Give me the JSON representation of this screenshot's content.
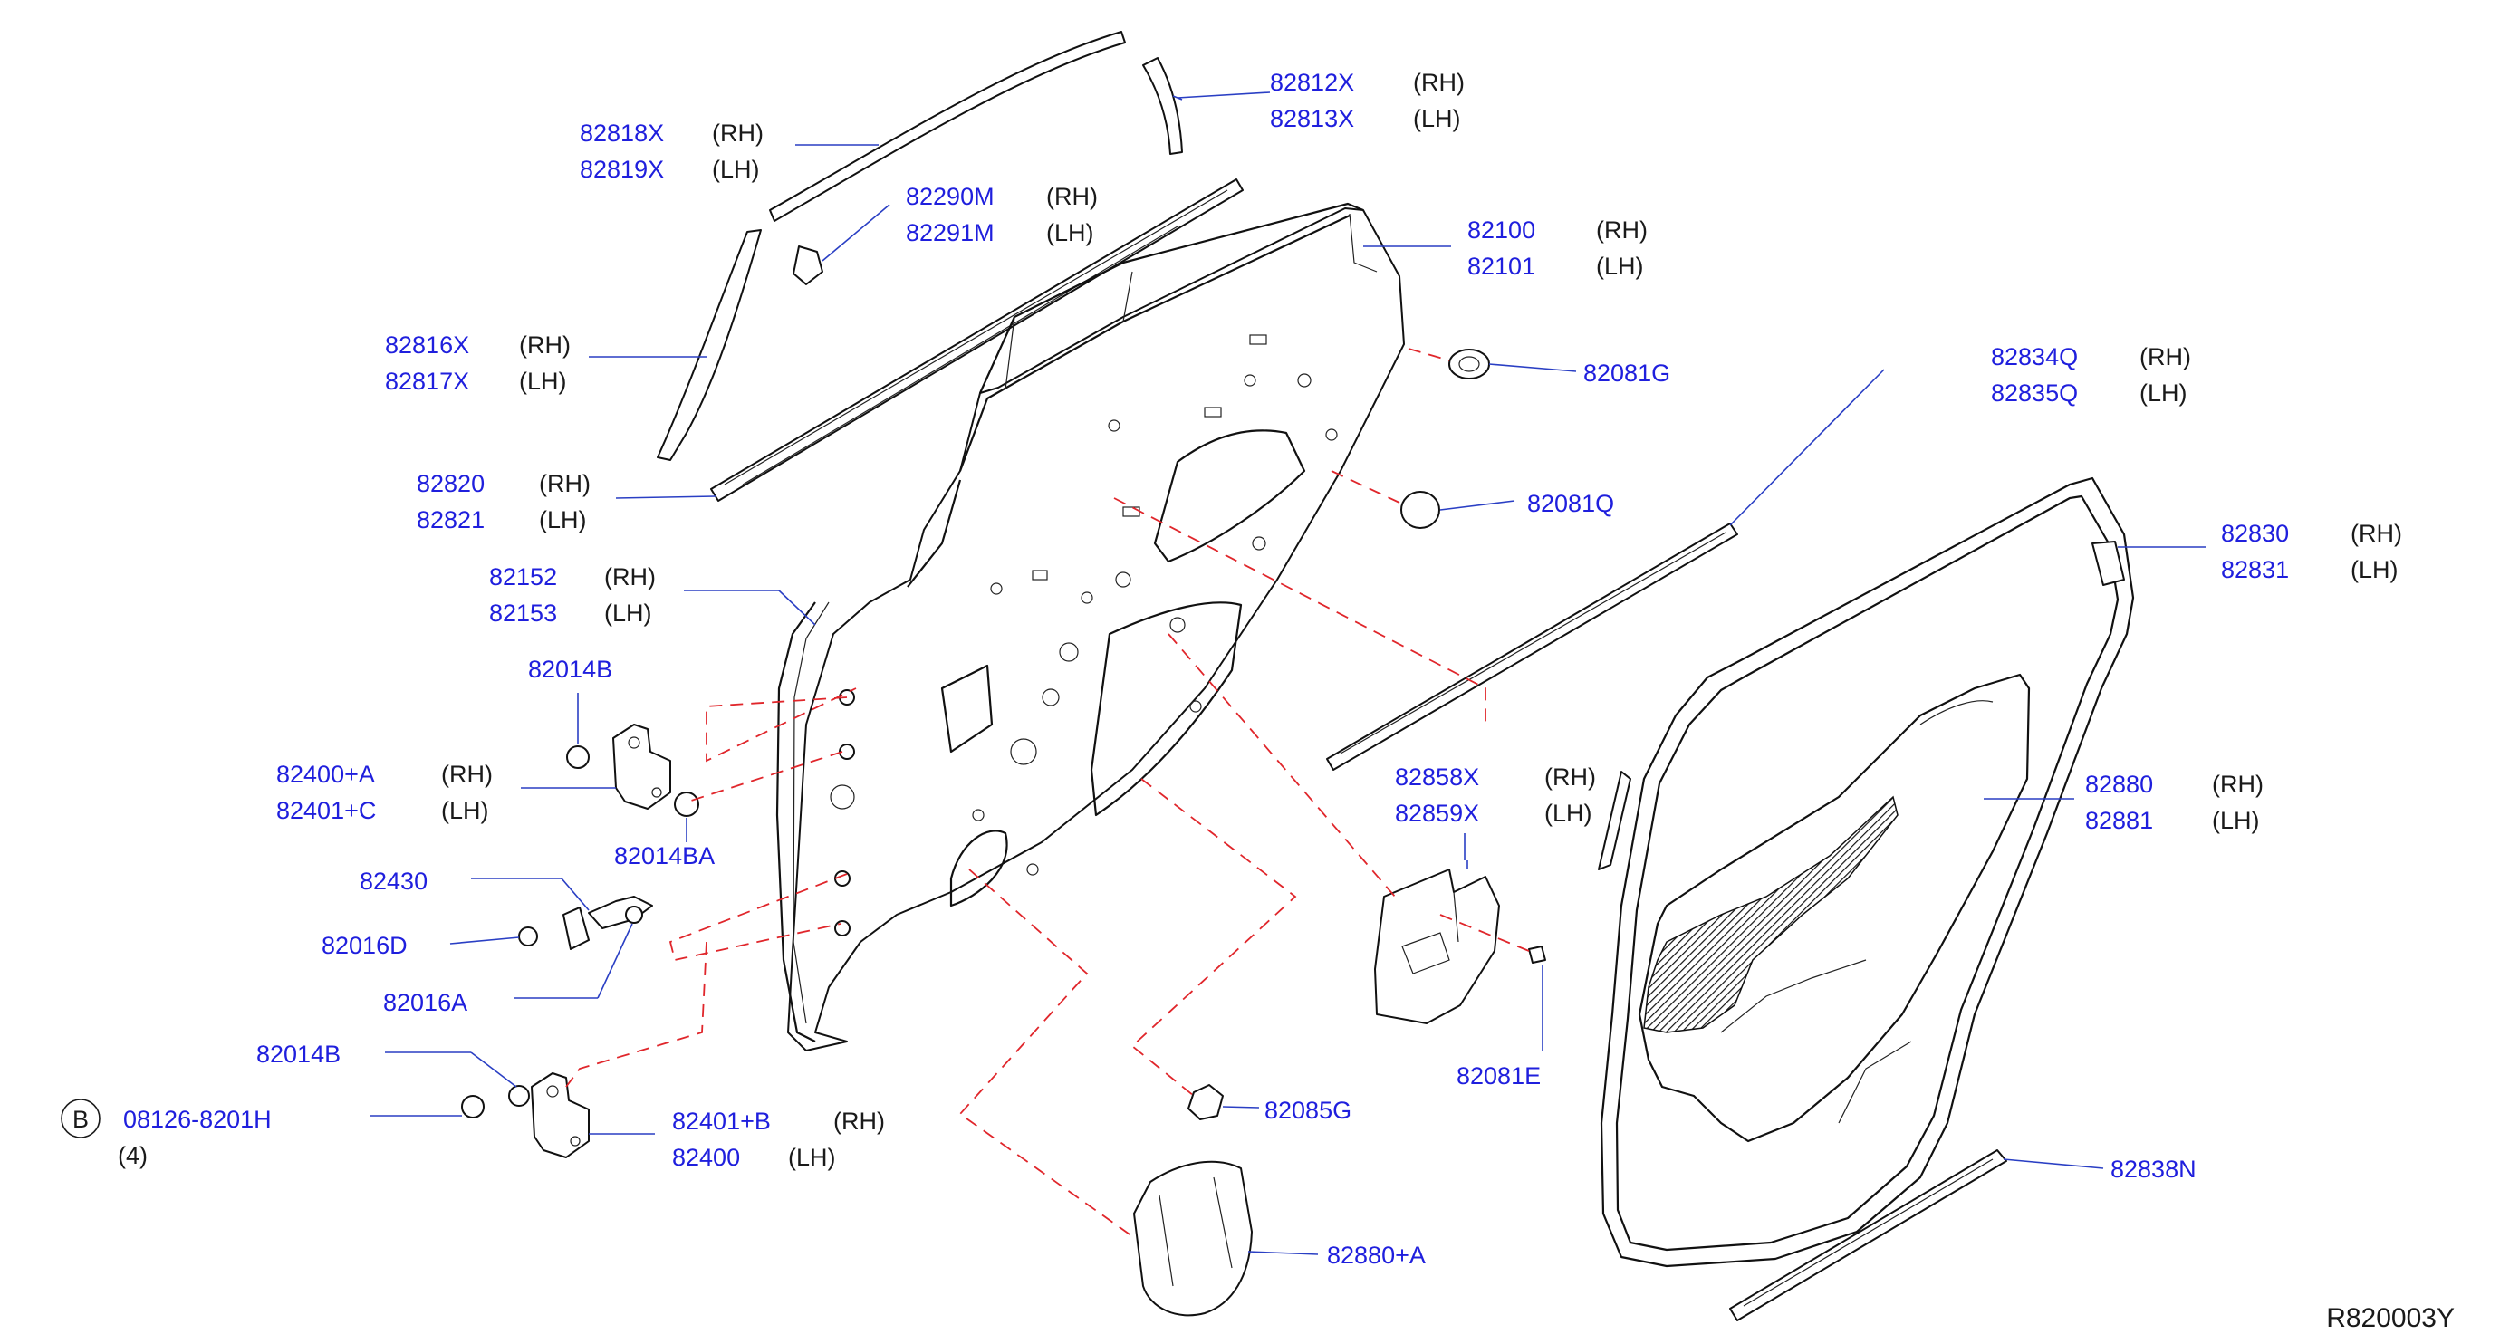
{
  "diagram_code": "R820003Y",
  "callout_symbol": "B",
  "labels": [
    {
      "id": "82812X",
      "side": "(RH)"
    },
    {
      "id": "82813X",
      "side": "(LH)"
    },
    {
      "id": "82818X",
      "side": "(RH)"
    },
    {
      "id": "82819X",
      "side": "(LH)"
    },
    {
      "id": "82290M",
      "side": "(RH)"
    },
    {
      "id": "82291M",
      "side": "(LH)"
    },
    {
      "id": "82100",
      "side": "(RH)"
    },
    {
      "id": "82101",
      "side": "(LH)"
    },
    {
      "id": "82816X",
      "side": "(RH)"
    },
    {
      "id": "82817X",
      "side": "(LH)"
    },
    {
      "id": "82081G",
      "side": ""
    },
    {
      "id": "82834Q",
      "side": "(RH)"
    },
    {
      "id": "82835Q",
      "side": "(LH)"
    },
    {
      "id": "82820",
      "side": "(RH)"
    },
    {
      "id": "82821",
      "side": "(LH)"
    },
    {
      "id": "82081Q",
      "side": ""
    },
    {
      "id": "82830",
      "side": "(RH)"
    },
    {
      "id": "82831",
      "side": "(LH)"
    },
    {
      "id": "82152",
      "side": "(RH)"
    },
    {
      "id": "82153",
      "side": "(LH)"
    },
    {
      "id": "82014B",
      "side": ""
    },
    {
      "id": "82400+A",
      "side": "(RH)"
    },
    {
      "id": "82401+C",
      "side": "(LH)"
    },
    {
      "id": "82858X",
      "side": "(RH)"
    },
    {
      "id": "82859X",
      "side": "(LH)"
    },
    {
      "id": "82880",
      "side": "(RH)"
    },
    {
      "id": "82881",
      "side": "(LH)"
    },
    {
      "id": "82014BA",
      "side": ""
    },
    {
      "id": "82430",
      "side": ""
    },
    {
      "id": "82016D",
      "side": ""
    },
    {
      "id": "82016A",
      "side": ""
    },
    {
      "id": "82081E",
      "side": ""
    },
    {
      "id": "82014B",
      "side": ""
    },
    {
      "id": "82085G",
      "side": ""
    },
    {
      "id": "08126-8201H",
      "side": ""
    },
    {
      "id": "82401+B",
      "side": "(RH)"
    },
    {
      "id": "82400",
      "side": "(LH)"
    },
    {
      "id": "(4)",
      "side": ""
    },
    {
      "id": "82838N",
      "side": ""
    },
    {
      "id": "82880+A",
      "side": ""
    }
  ]
}
